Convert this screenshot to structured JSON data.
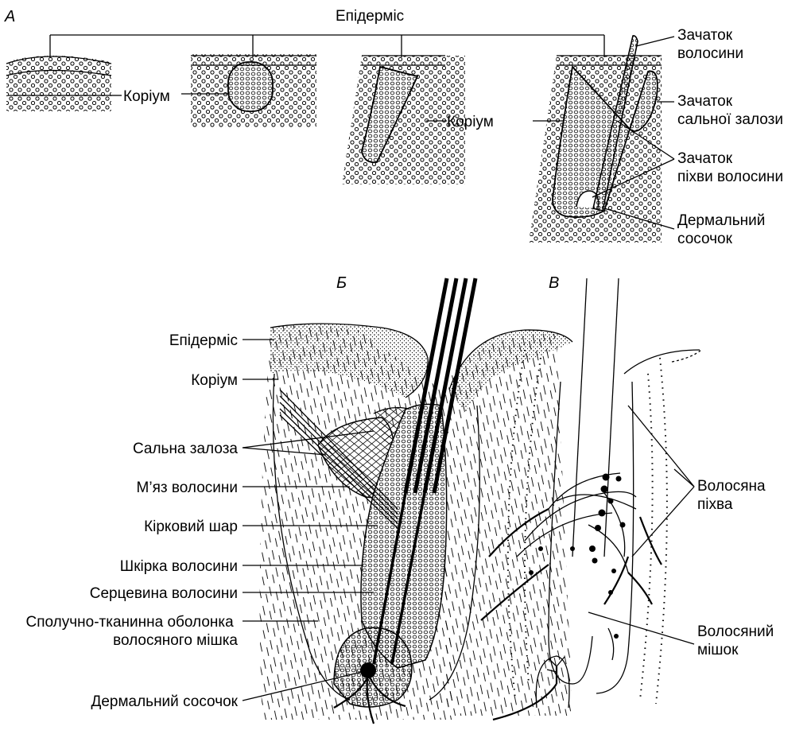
{
  "panels": {
    "a": "А",
    "b": "Б",
    "v": "В"
  },
  "panel_a": {
    "epidermis": "Епідерміс",
    "corium_1": "Коріум",
    "corium_2": "Коріум",
    "hair_germ": [
      "Зачаток",
      "волосини"
    ],
    "sebaceous_germ": [
      "Зачаток",
      "сальної залози"
    ],
    "sheath_germ": [
      "Зачаток",
      "піхви волосини"
    ],
    "dermal_papilla": [
      "Дермальний",
      "сосочок"
    ]
  },
  "panel_b": {
    "epidermis": "Епідерміс",
    "corium": "Коріум",
    "sebaceous_gland": "Сальна залоза",
    "hair_muscle": "М’яз волосини",
    "cortex": "Кірковий шар",
    "cuticle": "Шкірка волосини",
    "medulla": "Серцевина волосини",
    "ct_sheath": [
      "Сполучно-тканинна оболонка",
      "волосяного мішка"
    ],
    "dermal_papilla": "Дермальний сосочок"
  },
  "panel_v": {
    "hair_sheath": [
      "Волосяна",
      "піхва"
    ],
    "hair_follicle": [
      "Волосяний",
      "мішок"
    ]
  }
}
